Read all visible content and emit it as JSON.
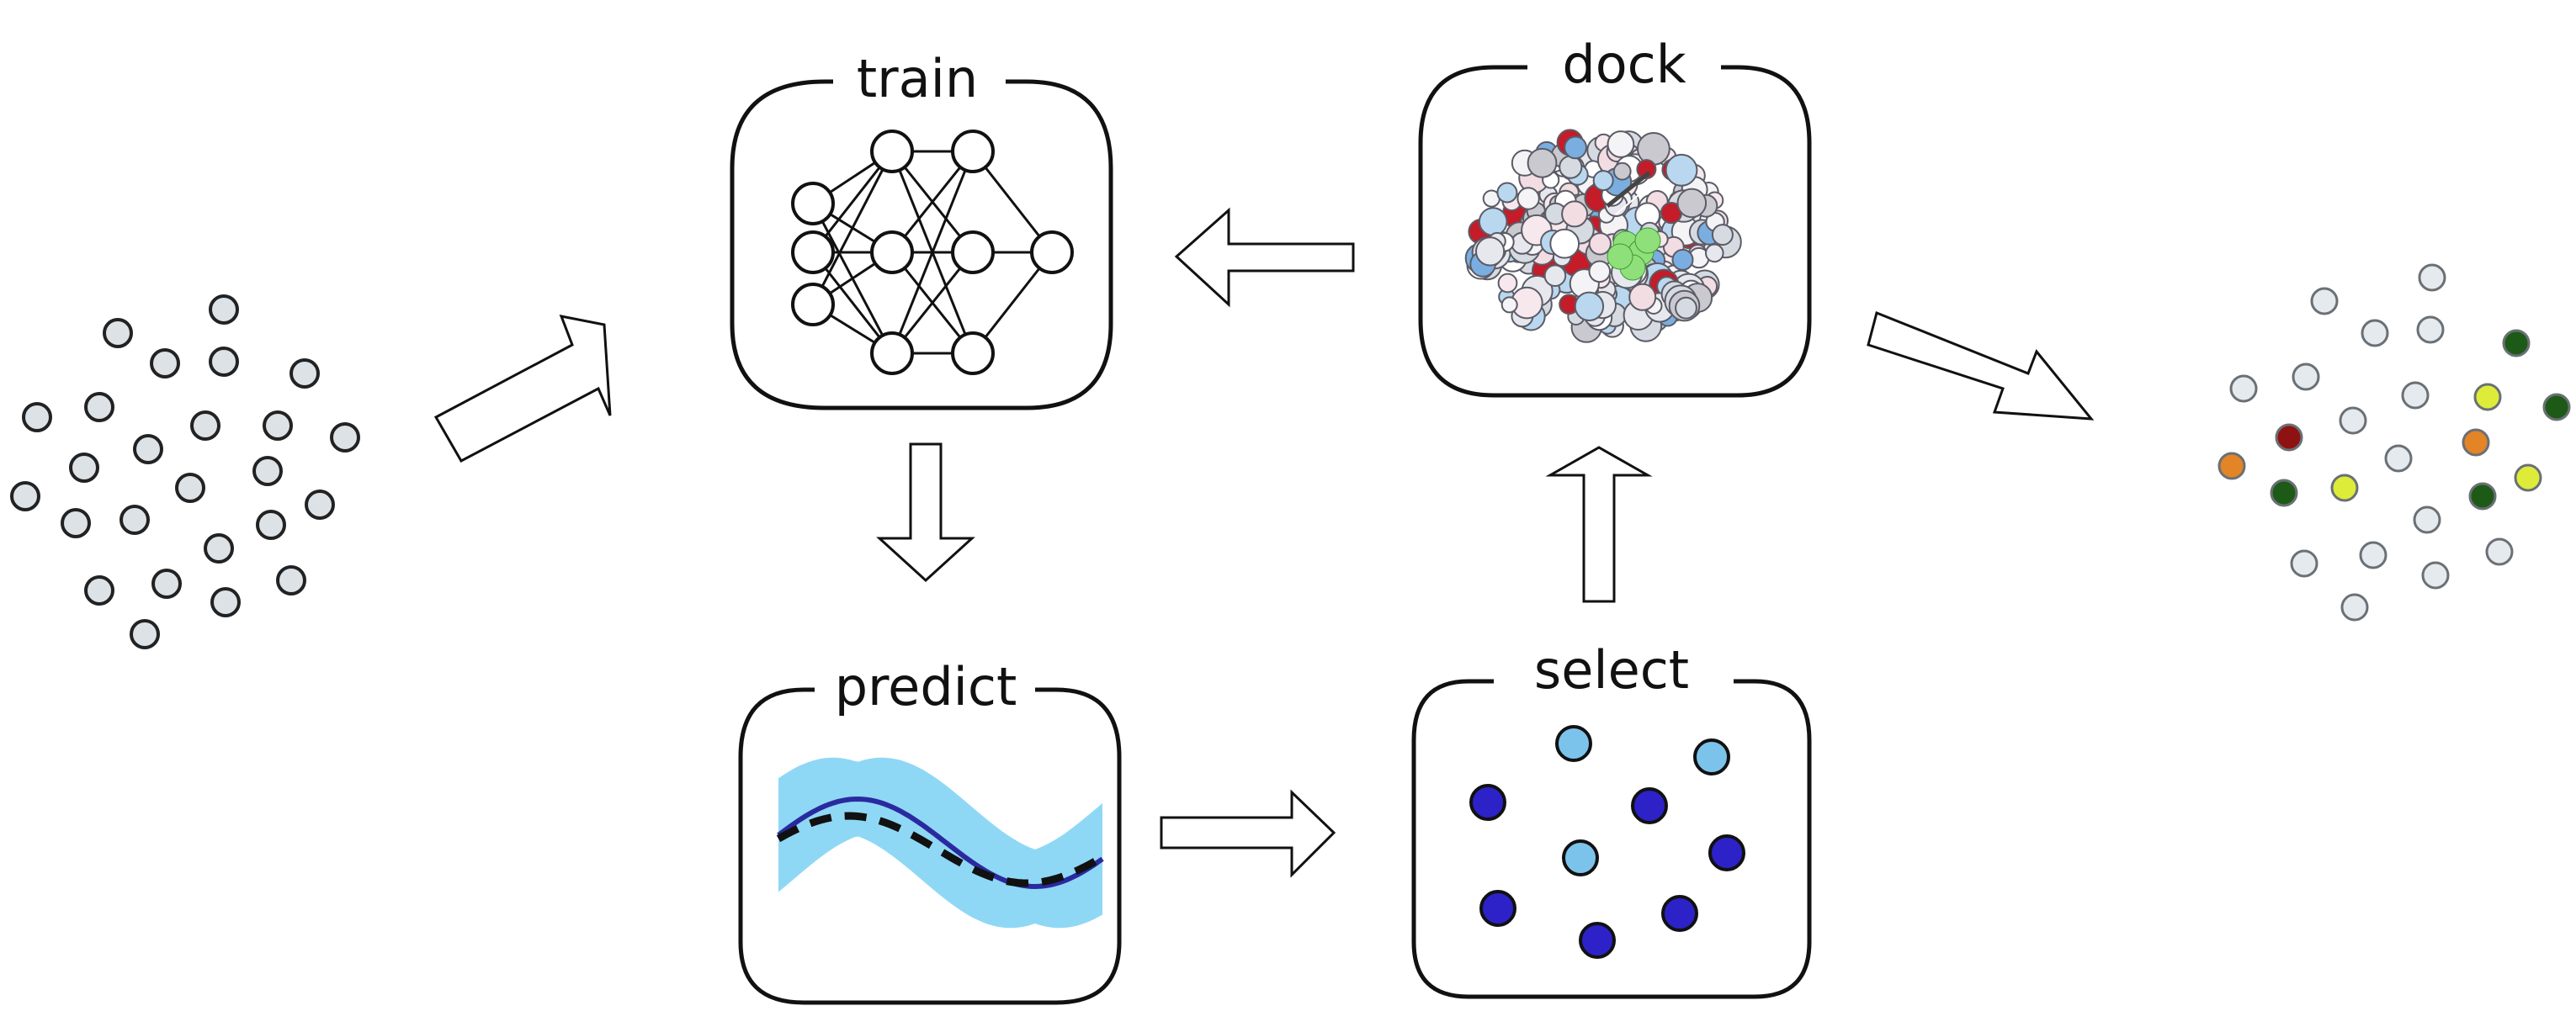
{
  "labels": {
    "train": "train",
    "dock": "dock",
    "predict": "predict",
    "select": "select"
  },
  "colors": {
    "stroke": "#111111",
    "grey_dot": "#dde2e6",
    "light_grey_dot": "#e4eaee",
    "light_blue": "#7cc3ec",
    "dark_blue": "#2c22c8",
    "band": "#8fd8f5",
    "curve_solid": "#2a2aa0",
    "dark_green": "#1e5a17",
    "red": "#8f1212",
    "orange": "#e38426",
    "yellow": "#ddec38",
    "protein_green": "#8fe07a"
  },
  "icons": {
    "train": "neural-network-icon",
    "dock": "protein-structure-icon",
    "predict": "uncertainty-curve-icon",
    "select": "selected-molecules-icon"
  }
}
